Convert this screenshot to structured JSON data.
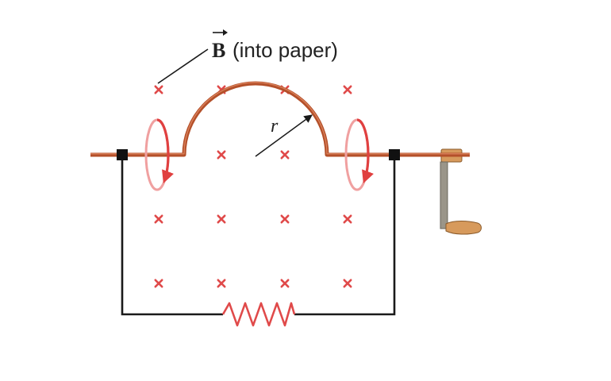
{
  "field_label": {
    "symbol": "B",
    "text": "(into paper)"
  },
  "radius_label": "r",
  "colors": {
    "wire": "#b4502a",
    "circuit": "#1a1a1a",
    "field_marker": "#e04a4a",
    "rotation_arrow": "#e8676b",
    "crank_handle": "#d79a5c",
    "crank_shaft": "#9a9589"
  },
  "icons": {
    "field_marker": "cross-icon",
    "rotation": "rotation-arrow-icon",
    "crank": "crank-icon",
    "resistor": "resistor-icon"
  }
}
